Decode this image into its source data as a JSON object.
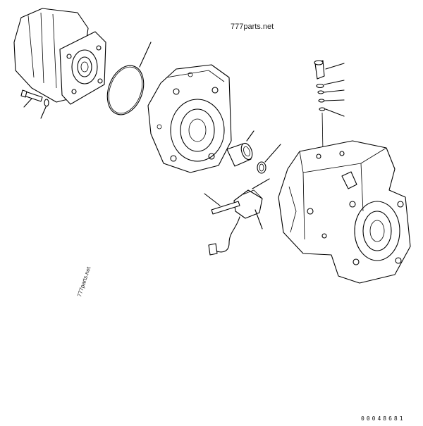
{
  "watermark_top": "777parts.net",
  "watermark_side": "777parts.net",
  "drawing_number": "00048681"
}
